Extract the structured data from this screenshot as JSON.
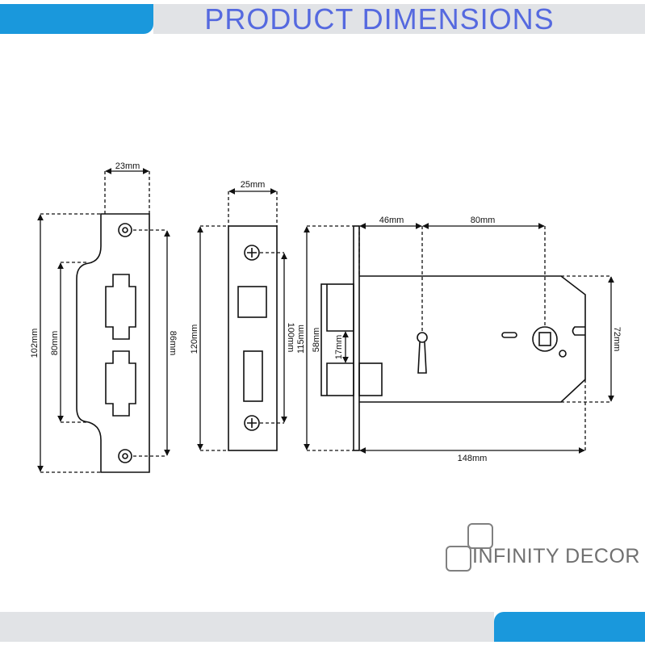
{
  "header": {
    "title": "PRODUCT DIMENSIONS",
    "accent": "#1a98dc",
    "title_color": "#5569df"
  },
  "strike_plate": {
    "width": "23mm",
    "height": "102mm",
    "opening": "80mm",
    "screw_centres": "86mm"
  },
  "forend_plate": {
    "width": "25mm",
    "height": "120mm",
    "screw_centres": "100mm"
  },
  "lock_body": {
    "backset": "46mm",
    "centres": "80mm",
    "forend": "115mm",
    "bolt": "58mm",
    "latch": "17mm",
    "body_height": "72mm",
    "body_length": "148mm"
  },
  "brand": {
    "name": "INFINITY DECOR"
  }
}
